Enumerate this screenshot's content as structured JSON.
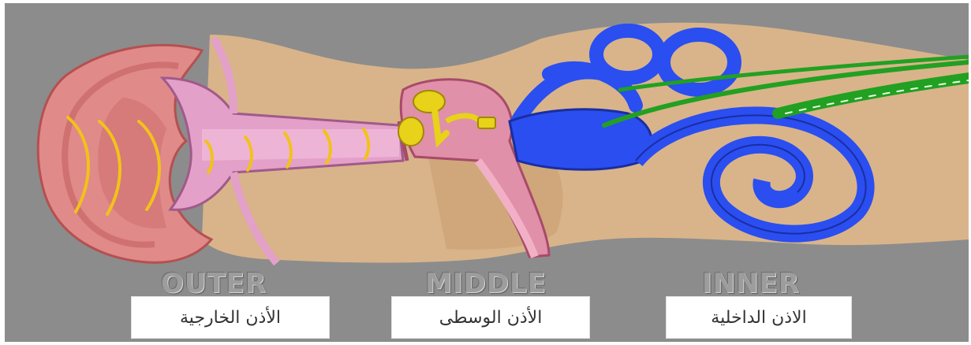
{
  "sections": {
    "outer": {
      "title": "OUTER",
      "label": "الأذن الخارجية"
    },
    "middle": {
      "title": "MIDDLE",
      "label": "الأذن الوسطى"
    },
    "inner": {
      "title": "INNER",
      "label": "الاذن الداخلية"
    }
  },
  "colors": {
    "background": "#8c8c8c",
    "tissue": "#d9b48a",
    "ear_outer": "#e08a8a",
    "canal": "#e3a0c8",
    "ossicles": "#e8d21a",
    "inner_ear": "#2a4ef0",
    "nerve": "#22a022",
    "sound_waves": "#f2c21a"
  },
  "icons": [
    "ear-pinna-icon",
    "ear-canal-icon",
    "eardrum-icon",
    "ossicles-icon",
    "cochlea-icon",
    "semicircular-canals-icon",
    "auditory-nerve-icon",
    "sound-wave-icon"
  ]
}
